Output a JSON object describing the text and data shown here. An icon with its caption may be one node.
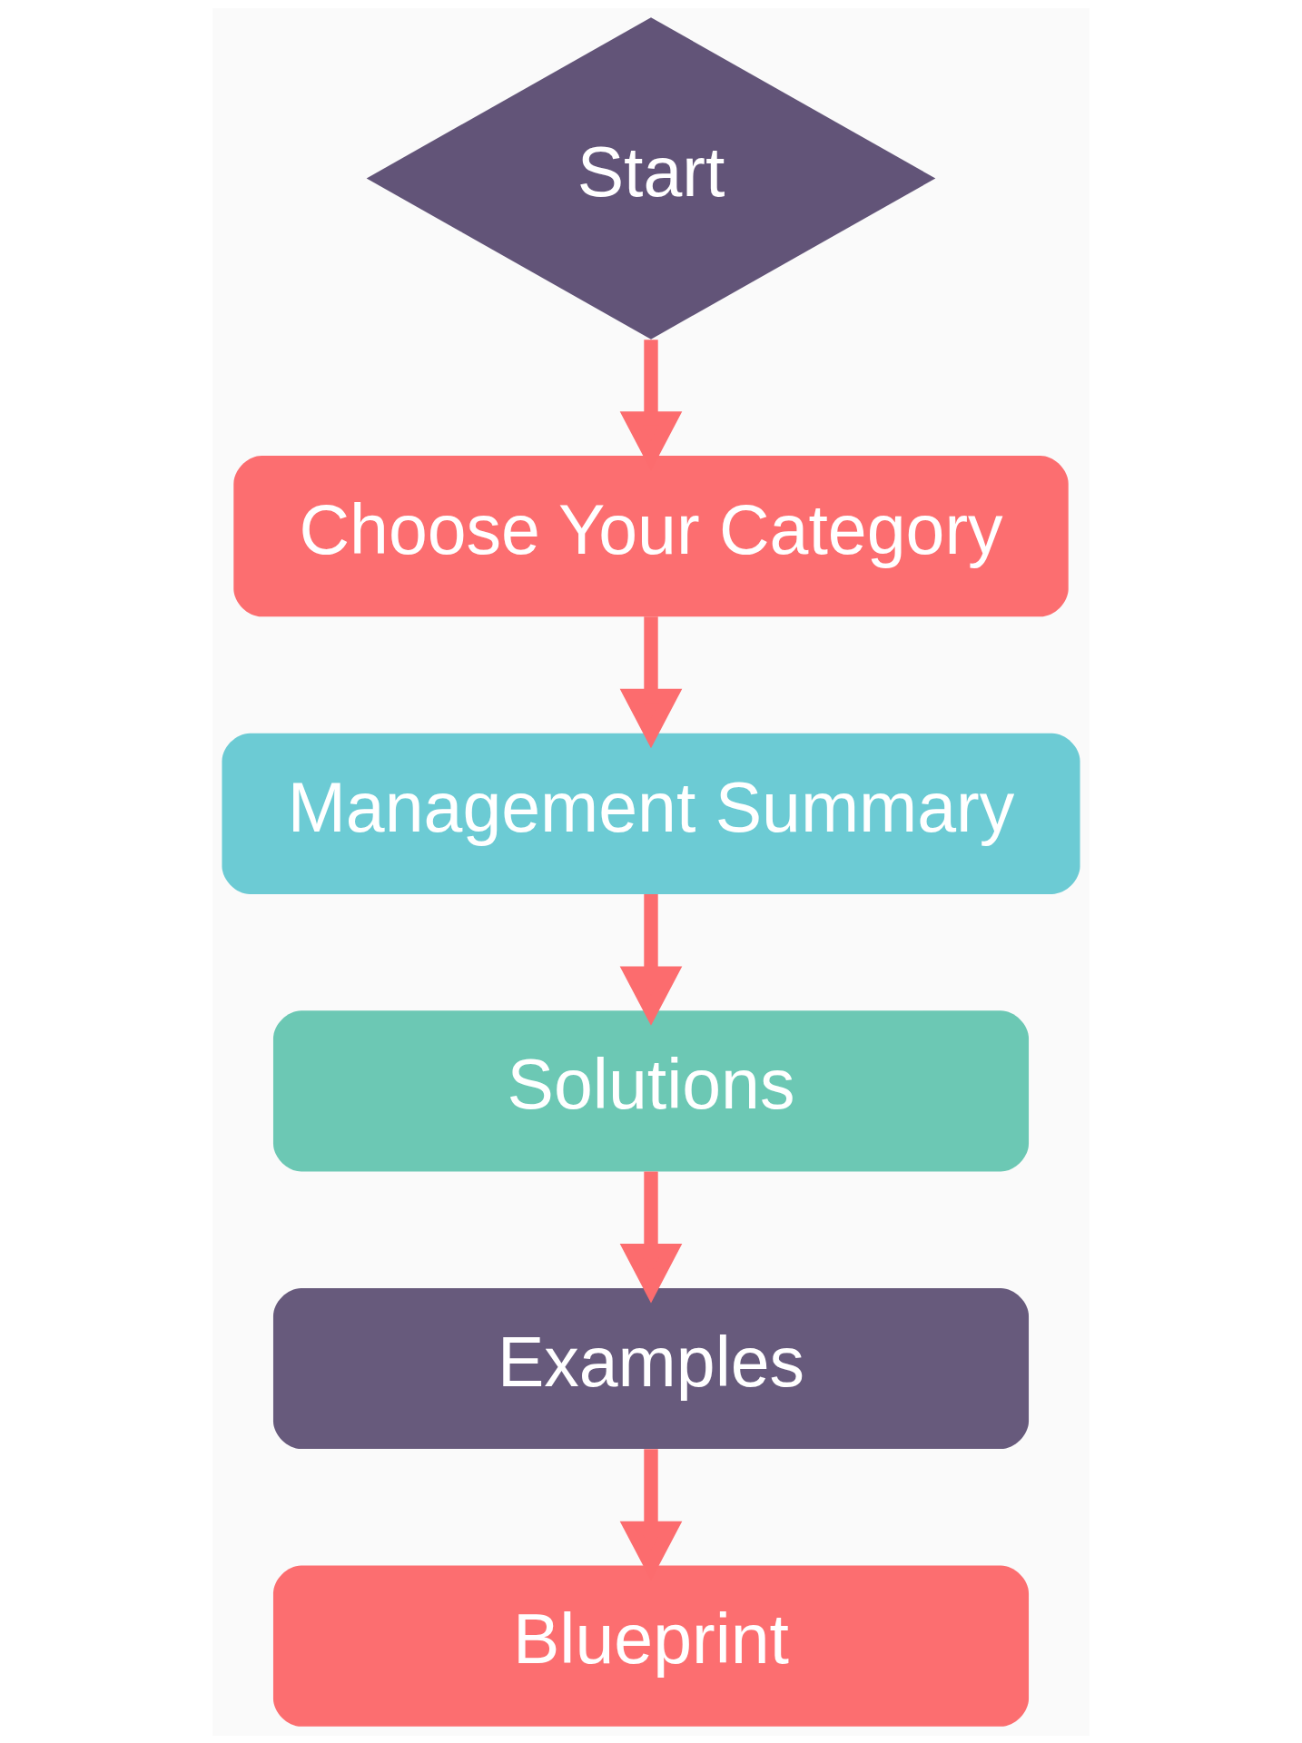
{
  "diagram": {
    "nodes": [
      {
        "text": [
          "Start"
        ]
      },
      {
        "text": [
          "Choose Your Category"
        ]
      },
      {
        "text": [
          "Management Summary"
        ]
      },
      {
        "text": [
          "Solutions"
        ]
      },
      {
        "text": [
          "Examples"
        ]
      },
      {
        "text": [
          "Blueprint"
        ]
      }
    ],
    "edges": [
      {
        "from": 0,
        "to": 1,
        "arrow": "to"
      },
      {
        "from": 1,
        "to": 2,
        "arrow": "to"
      },
      {
        "from": 2,
        "to": 3,
        "arrow": "to"
      },
      {
        "from": 3,
        "to": 4,
        "arrow": "to"
      },
      {
        "from": 4,
        "to": 5,
        "arrow": "to"
      }
    ]
  }
}
